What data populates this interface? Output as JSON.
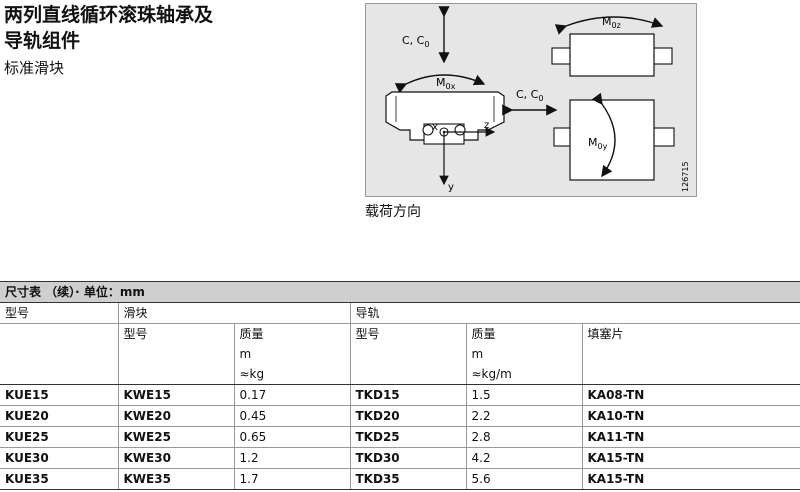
{
  "header": {
    "title_line1": "两列直线循环滚珠轴承及",
    "title_line2": "导轨组件",
    "subtitle": "标准滑块"
  },
  "diagram": {
    "label_c_top": "C, C",
    "label_c_sub": "0",
    "label_m0x": "M",
    "label_m0x_sub": "0x",
    "label_c_side": "C, C",
    "label_c_side_sub": "0",
    "label_m0z": "M",
    "label_m0z_sub": "0z",
    "label_m0y": "M",
    "label_m0y_sub": "0y",
    "axis_x": "x",
    "axis_y": "y",
    "axis_z": "z",
    "drawing_number": "126715",
    "caption": "载荷方向"
  },
  "table": {
    "band": "尺寸表 （续）· 单位：mm",
    "col_model": "型号",
    "col_slider": "滑块",
    "col_rail": "导轨",
    "sub_model": "型号",
    "sub_mass": "质量",
    "sub_rail_model": "型号",
    "sub_rail_mass": "质量",
    "sub_cap": "填塞片",
    "unit_m": "m",
    "unit_m2": "m",
    "unit_kg": "≈kg",
    "unit_kgm": "≈kg/m",
    "rows": [
      {
        "model": "KUE15",
        "slider": "KWE15",
        "mass": "0.17",
        "rail": "TKD15",
        "rail_mass": "1.5",
        "cap": "KA08-TN"
      },
      {
        "model": "KUE20",
        "slider": "KWE20",
        "mass": "0.45",
        "rail": "TKD20",
        "rail_mass": "2.2",
        "cap": "KA10-TN"
      },
      {
        "model": "KUE25",
        "slider": "KWE25",
        "mass": "0.65",
        "rail": "TKD25",
        "rail_mass": "2.8",
        "cap": "KA11-TN"
      },
      {
        "model": "KUE30",
        "slider": "KWE30",
        "mass": "1.2",
        "rail": "TKD30",
        "rail_mass": "4.2",
        "cap": "KA15-TN"
      },
      {
        "model": "KUE35",
        "slider": "KWE35",
        "mass": "1.7",
        "rail": "TKD35",
        "rail_mass": "5.6",
        "cap": "KA15-TN"
      }
    ]
  }
}
